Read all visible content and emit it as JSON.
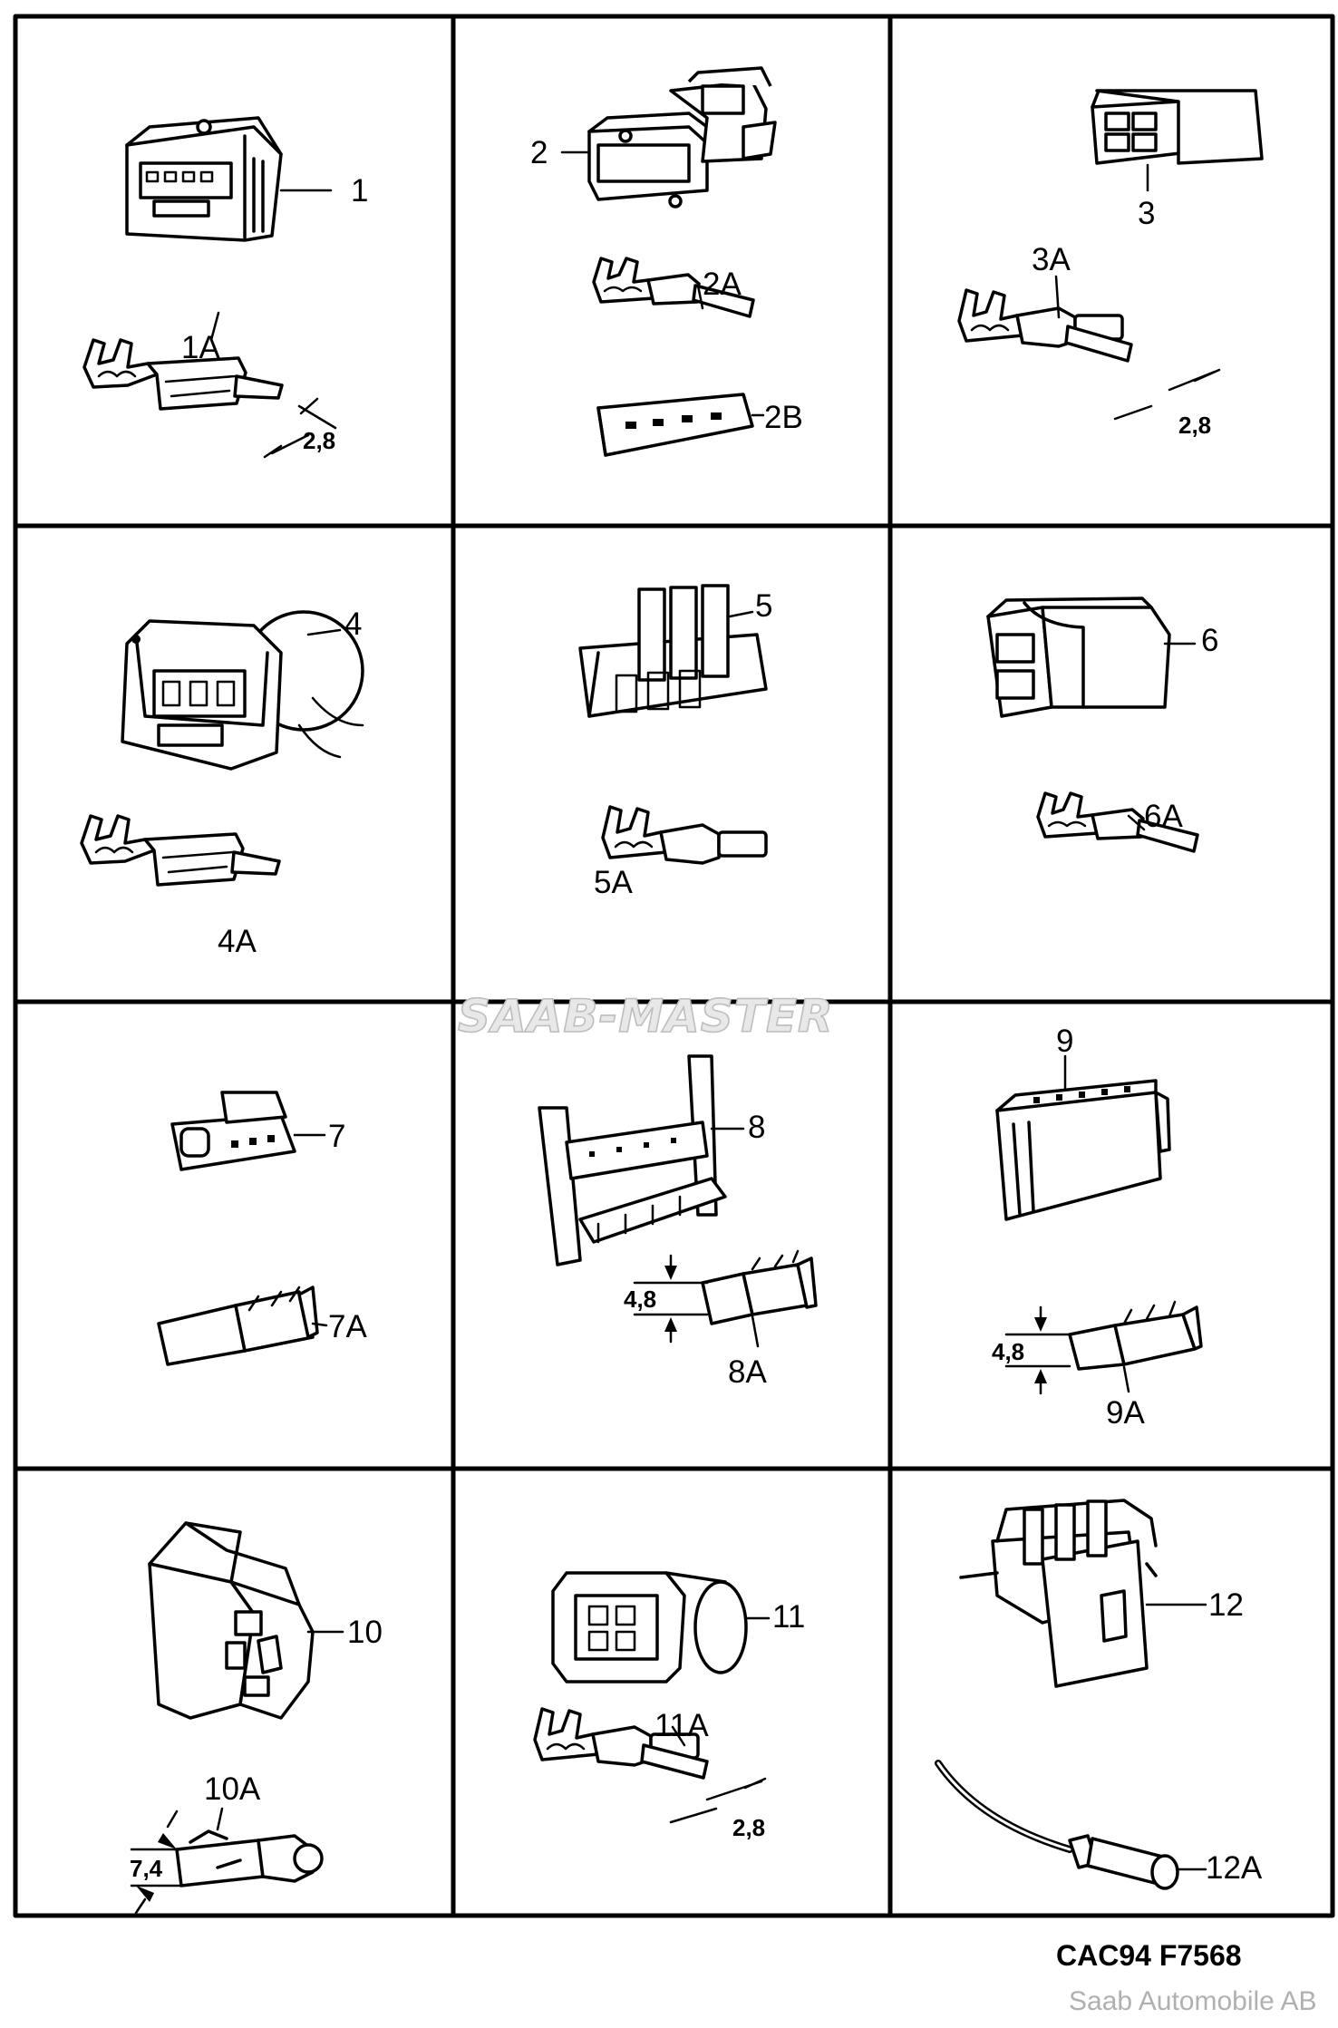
{
  "diagram": {
    "panels": [
      {
        "id": "p1",
        "parts": [
          {
            "ref": "1"
          },
          {
            "ref": "1A",
            "pin_width": "2,8"
          }
        ]
      },
      {
        "id": "p2",
        "parts": [
          {
            "ref": "2"
          },
          {
            "ref": "2A"
          },
          {
            "ref": "2B"
          }
        ]
      },
      {
        "id": "p3",
        "parts": [
          {
            "ref": "3"
          },
          {
            "ref": "3A",
            "pin_width": "2,8"
          }
        ]
      },
      {
        "id": "p4",
        "parts": [
          {
            "ref": "4"
          },
          {
            "ref": "4A"
          }
        ]
      },
      {
        "id": "p5",
        "parts": [
          {
            "ref": "5"
          },
          {
            "ref": "5A"
          }
        ]
      },
      {
        "id": "p6",
        "parts": [
          {
            "ref": "6"
          },
          {
            "ref": "6A"
          }
        ]
      },
      {
        "id": "p7",
        "parts": [
          {
            "ref": "7"
          },
          {
            "ref": "7A"
          }
        ]
      },
      {
        "id": "p8",
        "parts": [
          {
            "ref": "8"
          },
          {
            "ref": "8A",
            "pin_width": "4,8"
          }
        ]
      },
      {
        "id": "p9",
        "parts": [
          {
            "ref": "9"
          },
          {
            "ref": "9A",
            "pin_width": "4,8"
          }
        ]
      },
      {
        "id": "p10",
        "parts": [
          {
            "ref": "10"
          },
          {
            "ref": "10A",
            "pin_width": "7,4"
          }
        ]
      },
      {
        "id": "p11",
        "parts": [
          {
            "ref": "11"
          },
          {
            "ref": "11A",
            "pin_width": "2,8"
          }
        ]
      },
      {
        "id": "p12",
        "parts": [
          {
            "ref": "12"
          },
          {
            "ref": "12A"
          }
        ]
      }
    ]
  },
  "watermark": "SAAB-MASTER",
  "drawing_code": "CAC94 F7568",
  "copyright": "Saab Automobile AB"
}
